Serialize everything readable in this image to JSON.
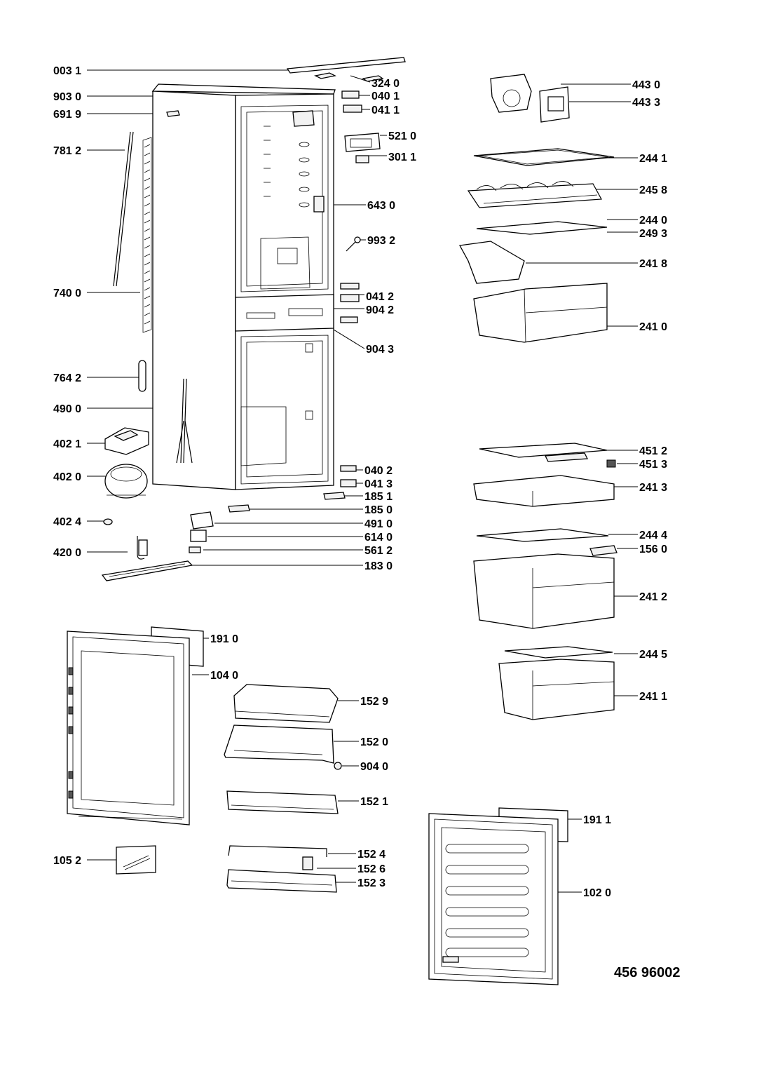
{
  "diagram": {
    "model_code": "456 96002",
    "callouts": {
      "p0031": "003 1",
      "p3240": "324 0",
      "p9030": "903 0",
      "p0401": "040 1",
      "p6919": "691 9",
      "p0411": "041 1",
      "p5210": "521 0",
      "p7812": "781 2",
      "p3011": "301 1",
      "p6430": "643 0",
      "p9932": "993 2",
      "p7400": "740 0",
      "p0412": "041 2",
      "p9042": "904 2",
      "p9043": "904 3",
      "p7642": "764 2",
      "p4900": "490 0",
      "p4021": "402 1",
      "p4020": "402 0",
      "p0402": "040 2",
      "p0413": "041 3",
      "p1851": "185 1",
      "p1850": "185 0",
      "p4024": "402 4",
      "p4910": "491 0",
      "p6140": "614 0",
      "p4200": "420 0",
      "p5612": "561 2",
      "p1830": "183 0",
      "p4430": "443 0",
      "p4433": "443 3",
      "p2441": "244 1",
      "p2458": "245 8",
      "p2440": "244 0",
      "p2493": "249 3",
      "p2418": "241 8",
      "p2410": "241 0",
      "p4512": "451 2",
      "p4513": "451 3",
      "p2413": "241 3",
      "p2444": "244 4",
      "p1560": "156 0",
      "p2412": "241 2",
      "p2445": "244 5",
      "p2411": "241 1",
      "p1910": "191 0",
      "p1040": "104 0",
      "p1529": "152 9",
      "p1520": "152 0",
      "p9040": "904 0",
      "p1521": "152 1",
      "p1052": "105 2",
      "p1524": "152 4",
      "p1526": "152 6",
      "p1523": "152 3",
      "p1911": "191 1",
      "p1020": "102 0"
    }
  }
}
